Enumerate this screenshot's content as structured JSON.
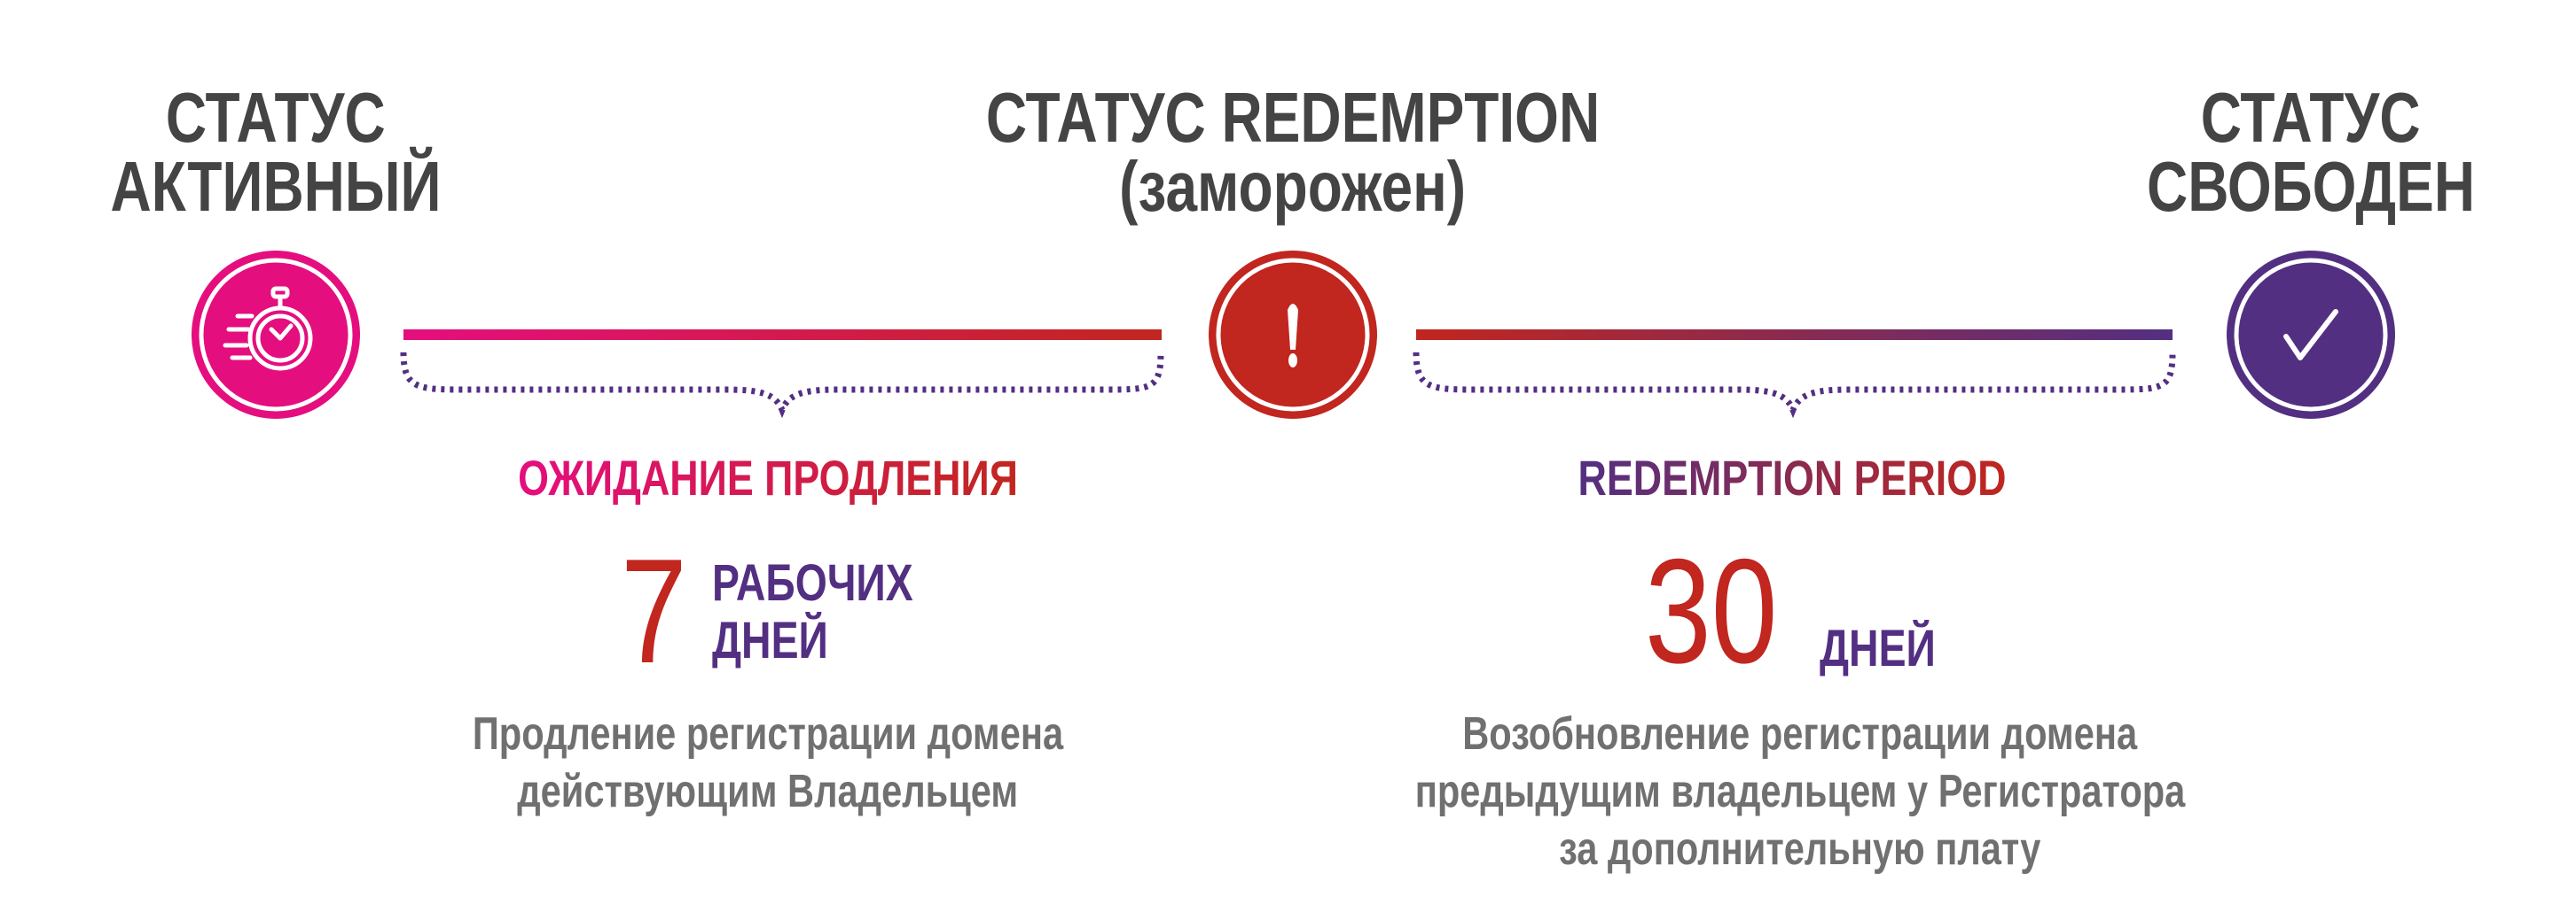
{
  "statuses": [
    {
      "line1": "СТАТУС",
      "line2": "АКТИВНЫЙ",
      "icon": "stopwatch-icon",
      "color": "#E50E7E"
    },
    {
      "line1": "СТАТУС REDEMPTION",
      "line2": "(заморожен)",
      "icon": "exclamation-icon",
      "color": "#C1261F"
    },
    {
      "line1": "СТАТУС",
      "line2": "СВОБОДЕН",
      "icon": "checkmark-icon",
      "color": "#532F82"
    }
  ],
  "periods": [
    {
      "heading": "ОЖИДАНИЕ ПРОДЛЕНИЯ",
      "number": "7",
      "unit_line1": "РАБОЧИХ",
      "unit_line2": "ДНЕЙ",
      "description": [
        "Продление регистрации домена",
        "действующим Владельцем"
      ]
    },
    {
      "heading": "REDEMPTION PERIOD",
      "number": "30",
      "unit_line1": "ДНЕЙ",
      "description": [
        "Возобновление регистрации домена",
        "предыдущим владельцем у Регистратора",
        "за дополнительную плату"
      ]
    }
  ],
  "colors": {
    "pink": "#E50E7E",
    "red": "#C1261F",
    "purple": "#532F82",
    "gray": "#707070",
    "dark": "#444444"
  }
}
